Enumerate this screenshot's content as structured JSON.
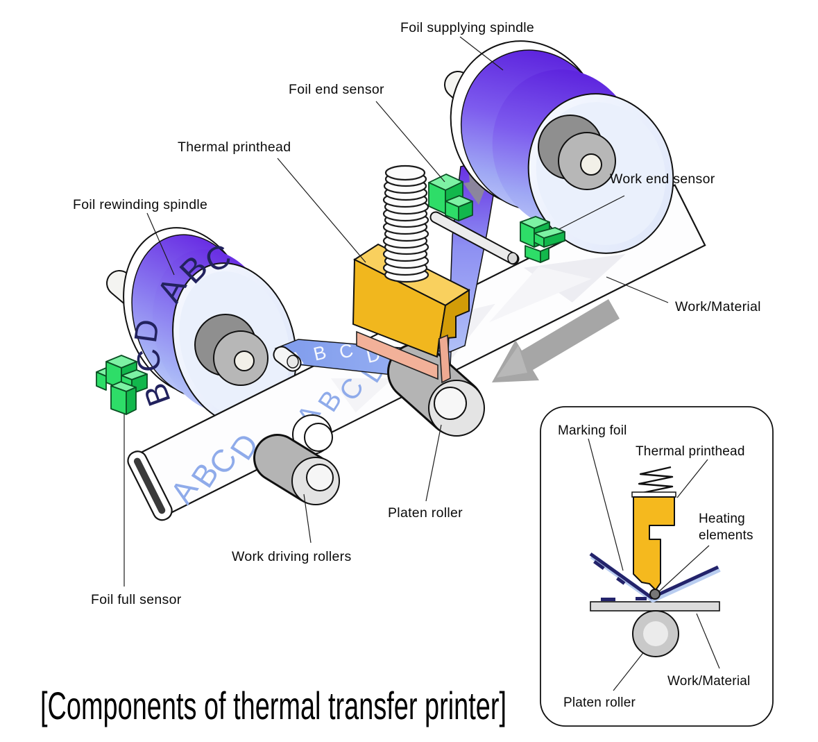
{
  "figure": {
    "title": "[Components of thermal transfer printer]"
  },
  "labels": {
    "foil_supplying_spindle": "Foil supplying spindle",
    "foil_end_sensor": "Foil end sensor",
    "thermal_printhead": "Thermal printhead",
    "foil_rewinding_spindle": "Foil rewinding spindle",
    "work_end_sensor": "Work end sensor",
    "work_material": "Work/Material",
    "platen_roller": "Platen roller",
    "work_driving_rollers": "Work driving rollers",
    "foil_full_sensor": "Foil full sensor"
  },
  "inset": {
    "marking_foil": "Marking foil",
    "thermal_printhead": "Thermal printhead",
    "heating_line1": "Heating",
    "heating_line2": "elements",
    "work_material": "Work/Material",
    "platen_roller": "Platen roller"
  },
  "letters": {
    "A": "A",
    "B": "B",
    "C": "C",
    "D": "D"
  },
  "colors": {
    "foil_purple": "#6428e2",
    "foil_light_blue": "#b3c3f8",
    "sensor_green": "#2edd68",
    "printhead_gold": "#f1b71e",
    "heating_pink": "#f2b199",
    "roller_gray": "#b4b4b4",
    "printed_letter_blue": "#8fabea",
    "roll_letter_navy": "#22225e"
  }
}
